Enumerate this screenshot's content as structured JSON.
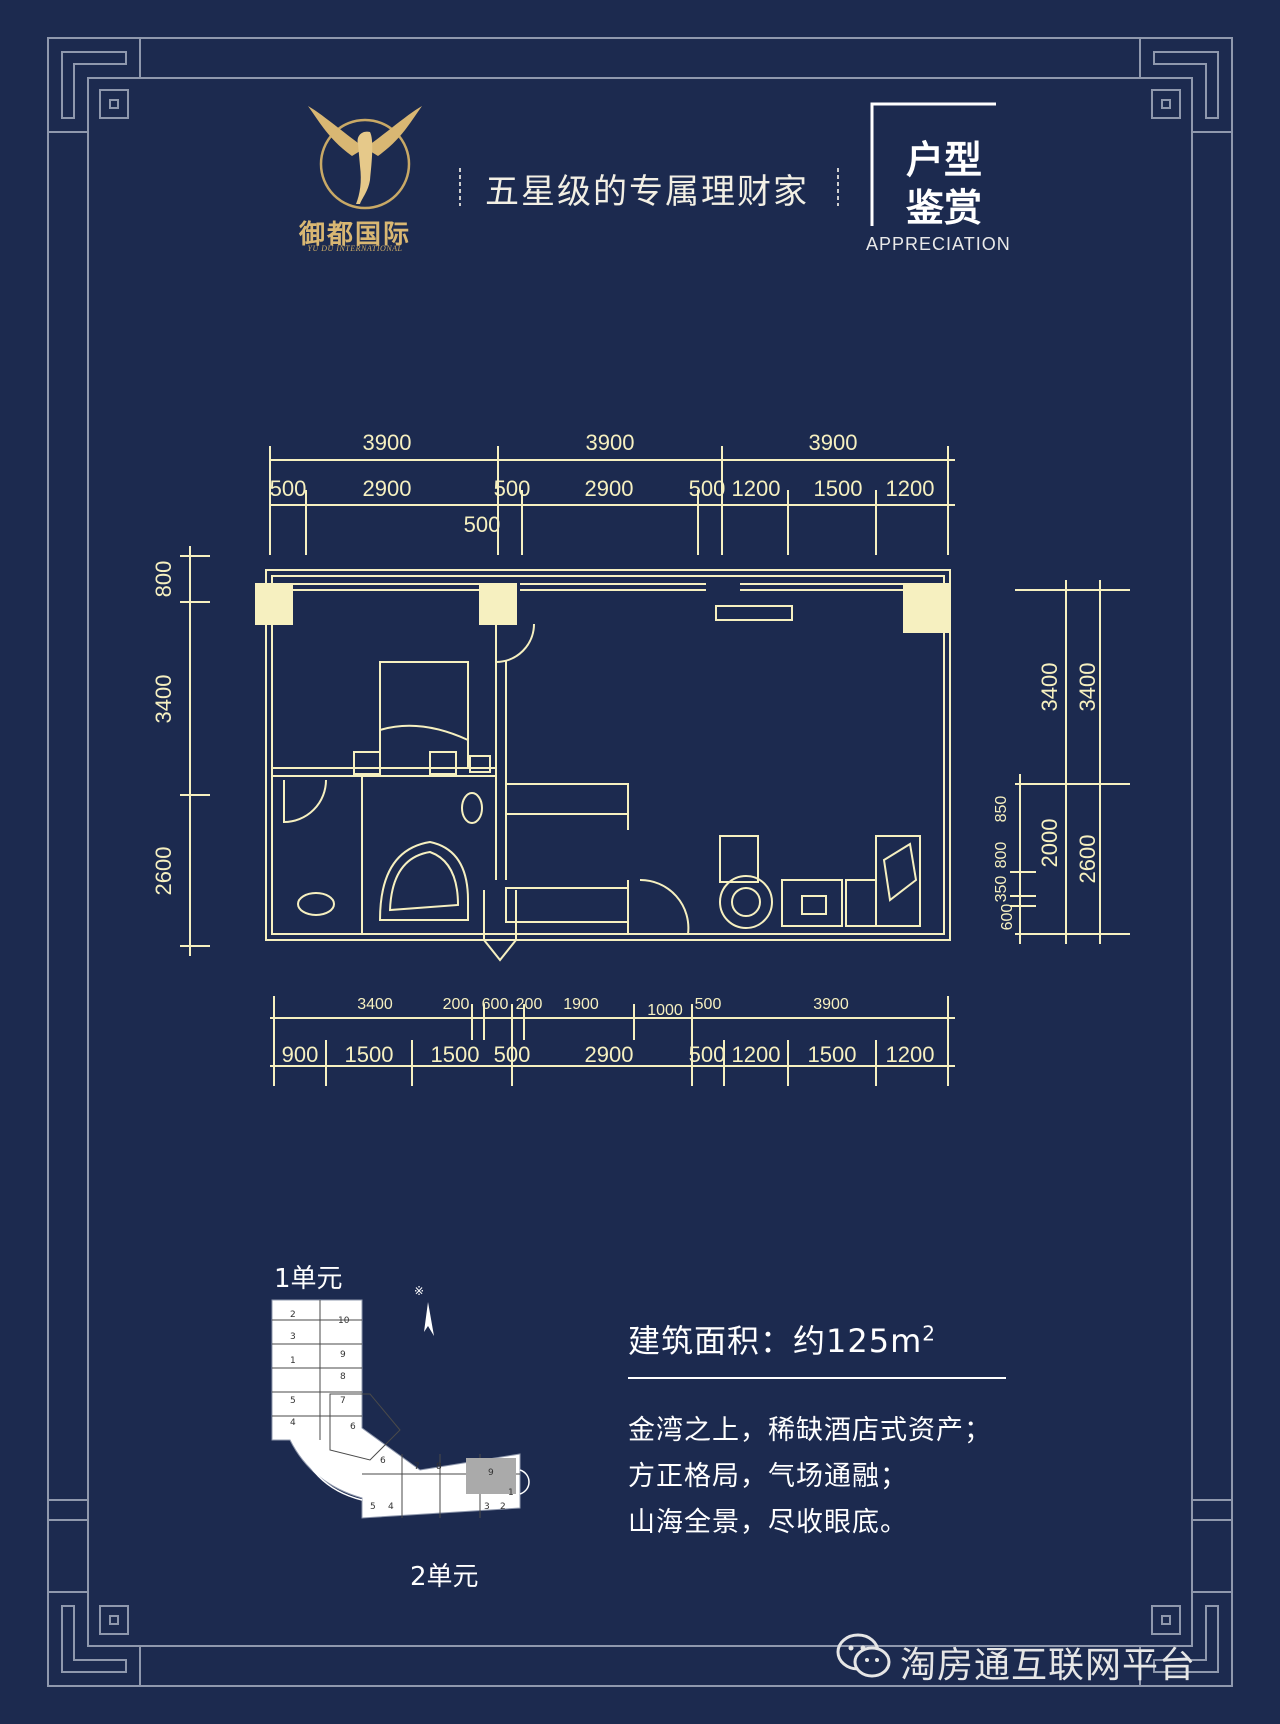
{
  "brand": {
    "name": "御都国际",
    "sub_name": "YU DU INTERNATIONAL",
    "slogan": "五星级的专属理财家",
    "logo_icon": "winged-horse-logo-icon",
    "accent": "#d9b773"
  },
  "section": {
    "title_line1": "户型",
    "title_line2": "鉴赏",
    "subtitle": "APPRECIATION"
  },
  "floorplan": {
    "top_row1": [
      "3900",
      "3900",
      "3900"
    ],
    "top_row2": [
      "500",
      "2900",
      "500",
      "2900",
      "500",
      "1200",
      "1500",
      "1200"
    ],
    "top_extra": "500",
    "left": [
      "800",
      "3400",
      "2600"
    ],
    "right_outer": [
      "3400",
      "2600"
    ],
    "right_inner": [
      "3400",
      "850",
      "2000",
      "800",
      "350",
      "600"
    ],
    "bottom_row1": [
      "3400",
      "200",
      "600",
      "200",
      "1900",
      "1000",
      "500",
      "3900"
    ],
    "bottom_row2": [
      "900",
      "1500",
      "1500",
      "500",
      "2900",
      "500",
      "1200",
      "1500",
      "1200"
    ],
    "line_color": "#f6f0c0"
  },
  "site_plan": {
    "unit1_label": "1单元",
    "unit2_label": "2单元",
    "compass_mark": "※",
    "room_numbers": [
      "10",
      "9",
      "8",
      "7",
      "6",
      "5",
      "4",
      "3",
      "2",
      "1",
      "9",
      "8",
      "7",
      "6",
      "5",
      "4",
      "3",
      "2",
      "1"
    ]
  },
  "info": {
    "area_label": "建筑面积：约125m",
    "area_sup": "2",
    "desc_lines": [
      "金湾之上，稀缺酒店式资产；",
      "方正格局，气场通融；",
      "山海全景，尽收眼底。"
    ]
  },
  "watermark": {
    "icon": "wechat-icon",
    "text": "淘房通互联网平台"
  }
}
